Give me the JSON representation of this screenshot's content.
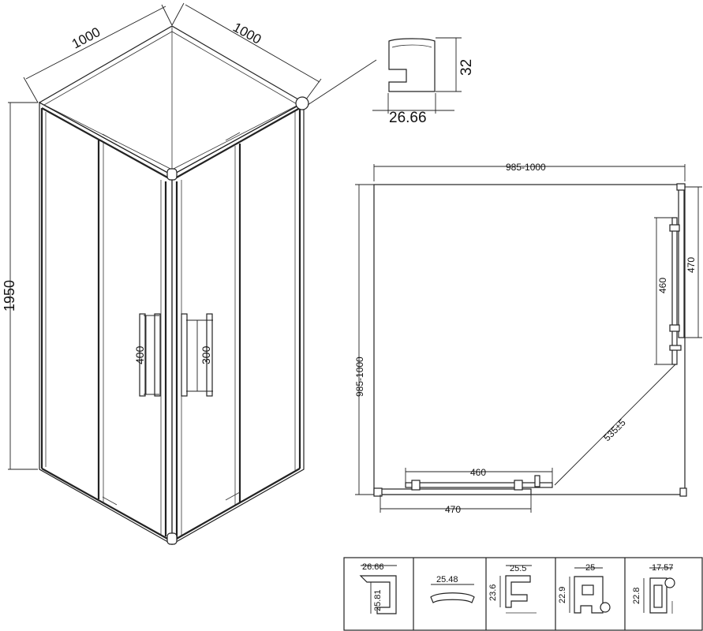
{
  "iso_view": {
    "width_left": "1000",
    "width_right": "1000",
    "height": "1950",
    "handle_left": "400",
    "handle_right": "300"
  },
  "top_profile": {
    "height": "32",
    "width": "26.66"
  },
  "plan_view": {
    "width": "985-1000",
    "depth": "985-1000",
    "door_right": "460",
    "panel_right": "470",
    "door_bottom": "460",
    "panel_bottom": "470",
    "diagonal": "535±5"
  },
  "profiles": [
    {
      "width": "26.66",
      "height": "25.81"
    },
    {
      "width": "25.48"
    },
    {
      "width": "25.5",
      "height": "23.6"
    },
    {
      "width": "25",
      "height": "22.9"
    },
    {
      "width": "17.57",
      "height": "22.8"
    }
  ]
}
